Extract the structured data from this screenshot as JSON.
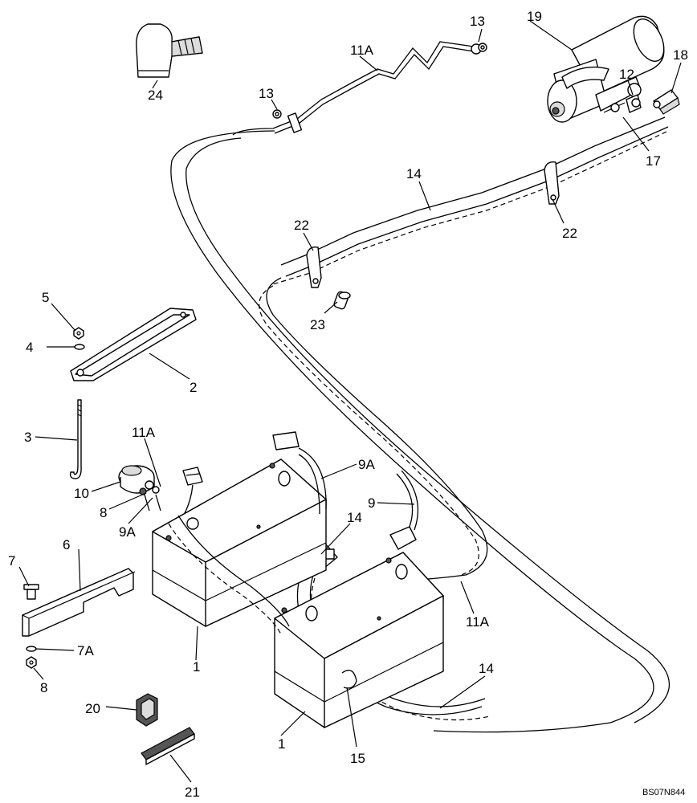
{
  "diagram": {
    "drawing_code": "BS07N844",
    "callouts": [
      {
        "id": "c1a",
        "text": "1"
      },
      {
        "id": "c1b",
        "text": "1"
      },
      {
        "id": "c2",
        "text": "2"
      },
      {
        "id": "c3",
        "text": "3"
      },
      {
        "id": "c4",
        "text": "4"
      },
      {
        "id": "c5",
        "text": "5"
      },
      {
        "id": "c6",
        "text": "6"
      },
      {
        "id": "c7",
        "text": "7"
      },
      {
        "id": "c7a",
        "text": "7A"
      },
      {
        "id": "c8",
        "text": "8"
      },
      {
        "id": "c9a",
        "text": "9"
      },
      {
        "id": "c9b",
        "text": "9"
      },
      {
        "id": "c9Aa",
        "text": "9A"
      },
      {
        "id": "c9Ab",
        "text": "9A"
      },
      {
        "id": "c10",
        "text": "10"
      },
      {
        "id": "c11Aa",
        "text": "11A"
      },
      {
        "id": "c11Ab",
        "text": "11A"
      },
      {
        "id": "c11Ac",
        "text": "11A"
      },
      {
        "id": "c12",
        "text": "12"
      },
      {
        "id": "c13a",
        "text": "13"
      },
      {
        "id": "c13b",
        "text": "13"
      },
      {
        "id": "c14a",
        "text": "14"
      },
      {
        "id": "c14b",
        "text": "14"
      },
      {
        "id": "c14c",
        "text": "14"
      },
      {
        "id": "c15",
        "text": "15"
      },
      {
        "id": "c17",
        "text": "17"
      },
      {
        "id": "c18",
        "text": "18"
      },
      {
        "id": "c19",
        "text": "19"
      },
      {
        "id": "c20",
        "text": "20"
      },
      {
        "id": "c21",
        "text": "21"
      },
      {
        "id": "c22a",
        "text": "22"
      },
      {
        "id": "c22b",
        "text": "22"
      },
      {
        "id": "c23",
        "text": "23"
      },
      {
        "id": "c24",
        "text": "24"
      }
    ]
  }
}
